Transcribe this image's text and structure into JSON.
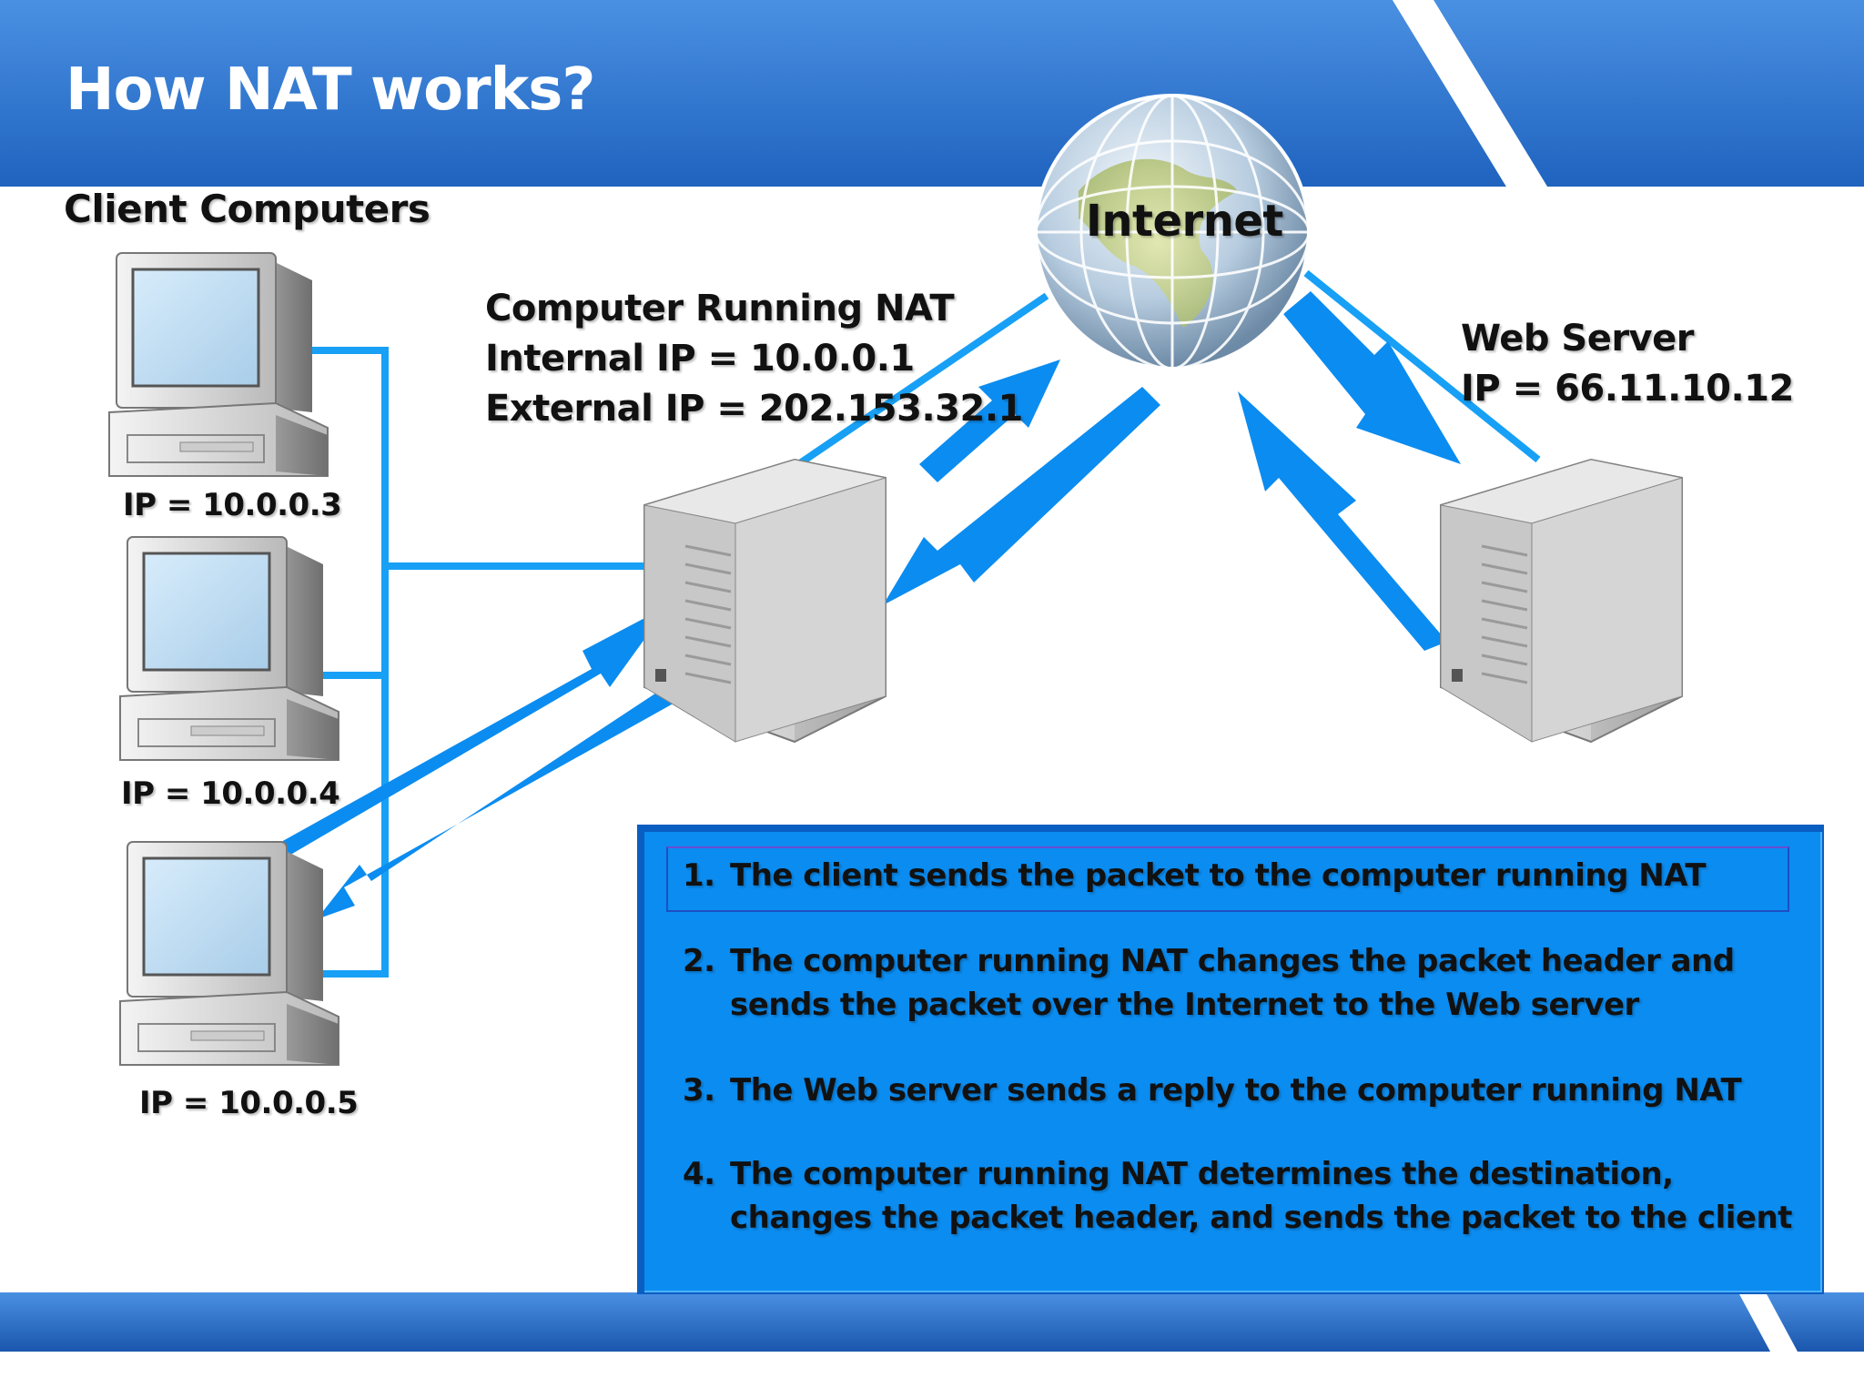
{
  "slide": {
    "title": "How NAT works?",
    "colors": {
      "banner": "#2f79d4",
      "arrow": "#0b8cf0",
      "box": "#0b8cf0",
      "cable": "#17a0f5"
    }
  },
  "labels": {
    "clients_heading": "Client Computers",
    "internet": "Internet",
    "nat_lines": [
      "Computer Running NAT",
      "Internal IP = 10.0.0.1",
      "External IP = 202.153.32.1"
    ],
    "webserver_lines": [
      "Web Server",
      "IP = 66.11.10.12"
    ],
    "client_ips": [
      "IP = 10.0.0.3",
      "IP = 10.0.0.4",
      "IP = 10.0.0.5"
    ]
  },
  "steps": [
    {
      "num": "1.",
      "text": "The client sends the packet to the computer running NAT"
    },
    {
      "num": "2.",
      "text": "The computer running NAT changes the packet header and sends the packet over the Internet to the Web server"
    },
    {
      "num": "3.",
      "text": "The Web server sends a reply to the computer running NAT"
    },
    {
      "num": "4.",
      "text": "The computer running NAT determines the destination, changes the packet header, and sends the packet to the client"
    }
  ]
}
